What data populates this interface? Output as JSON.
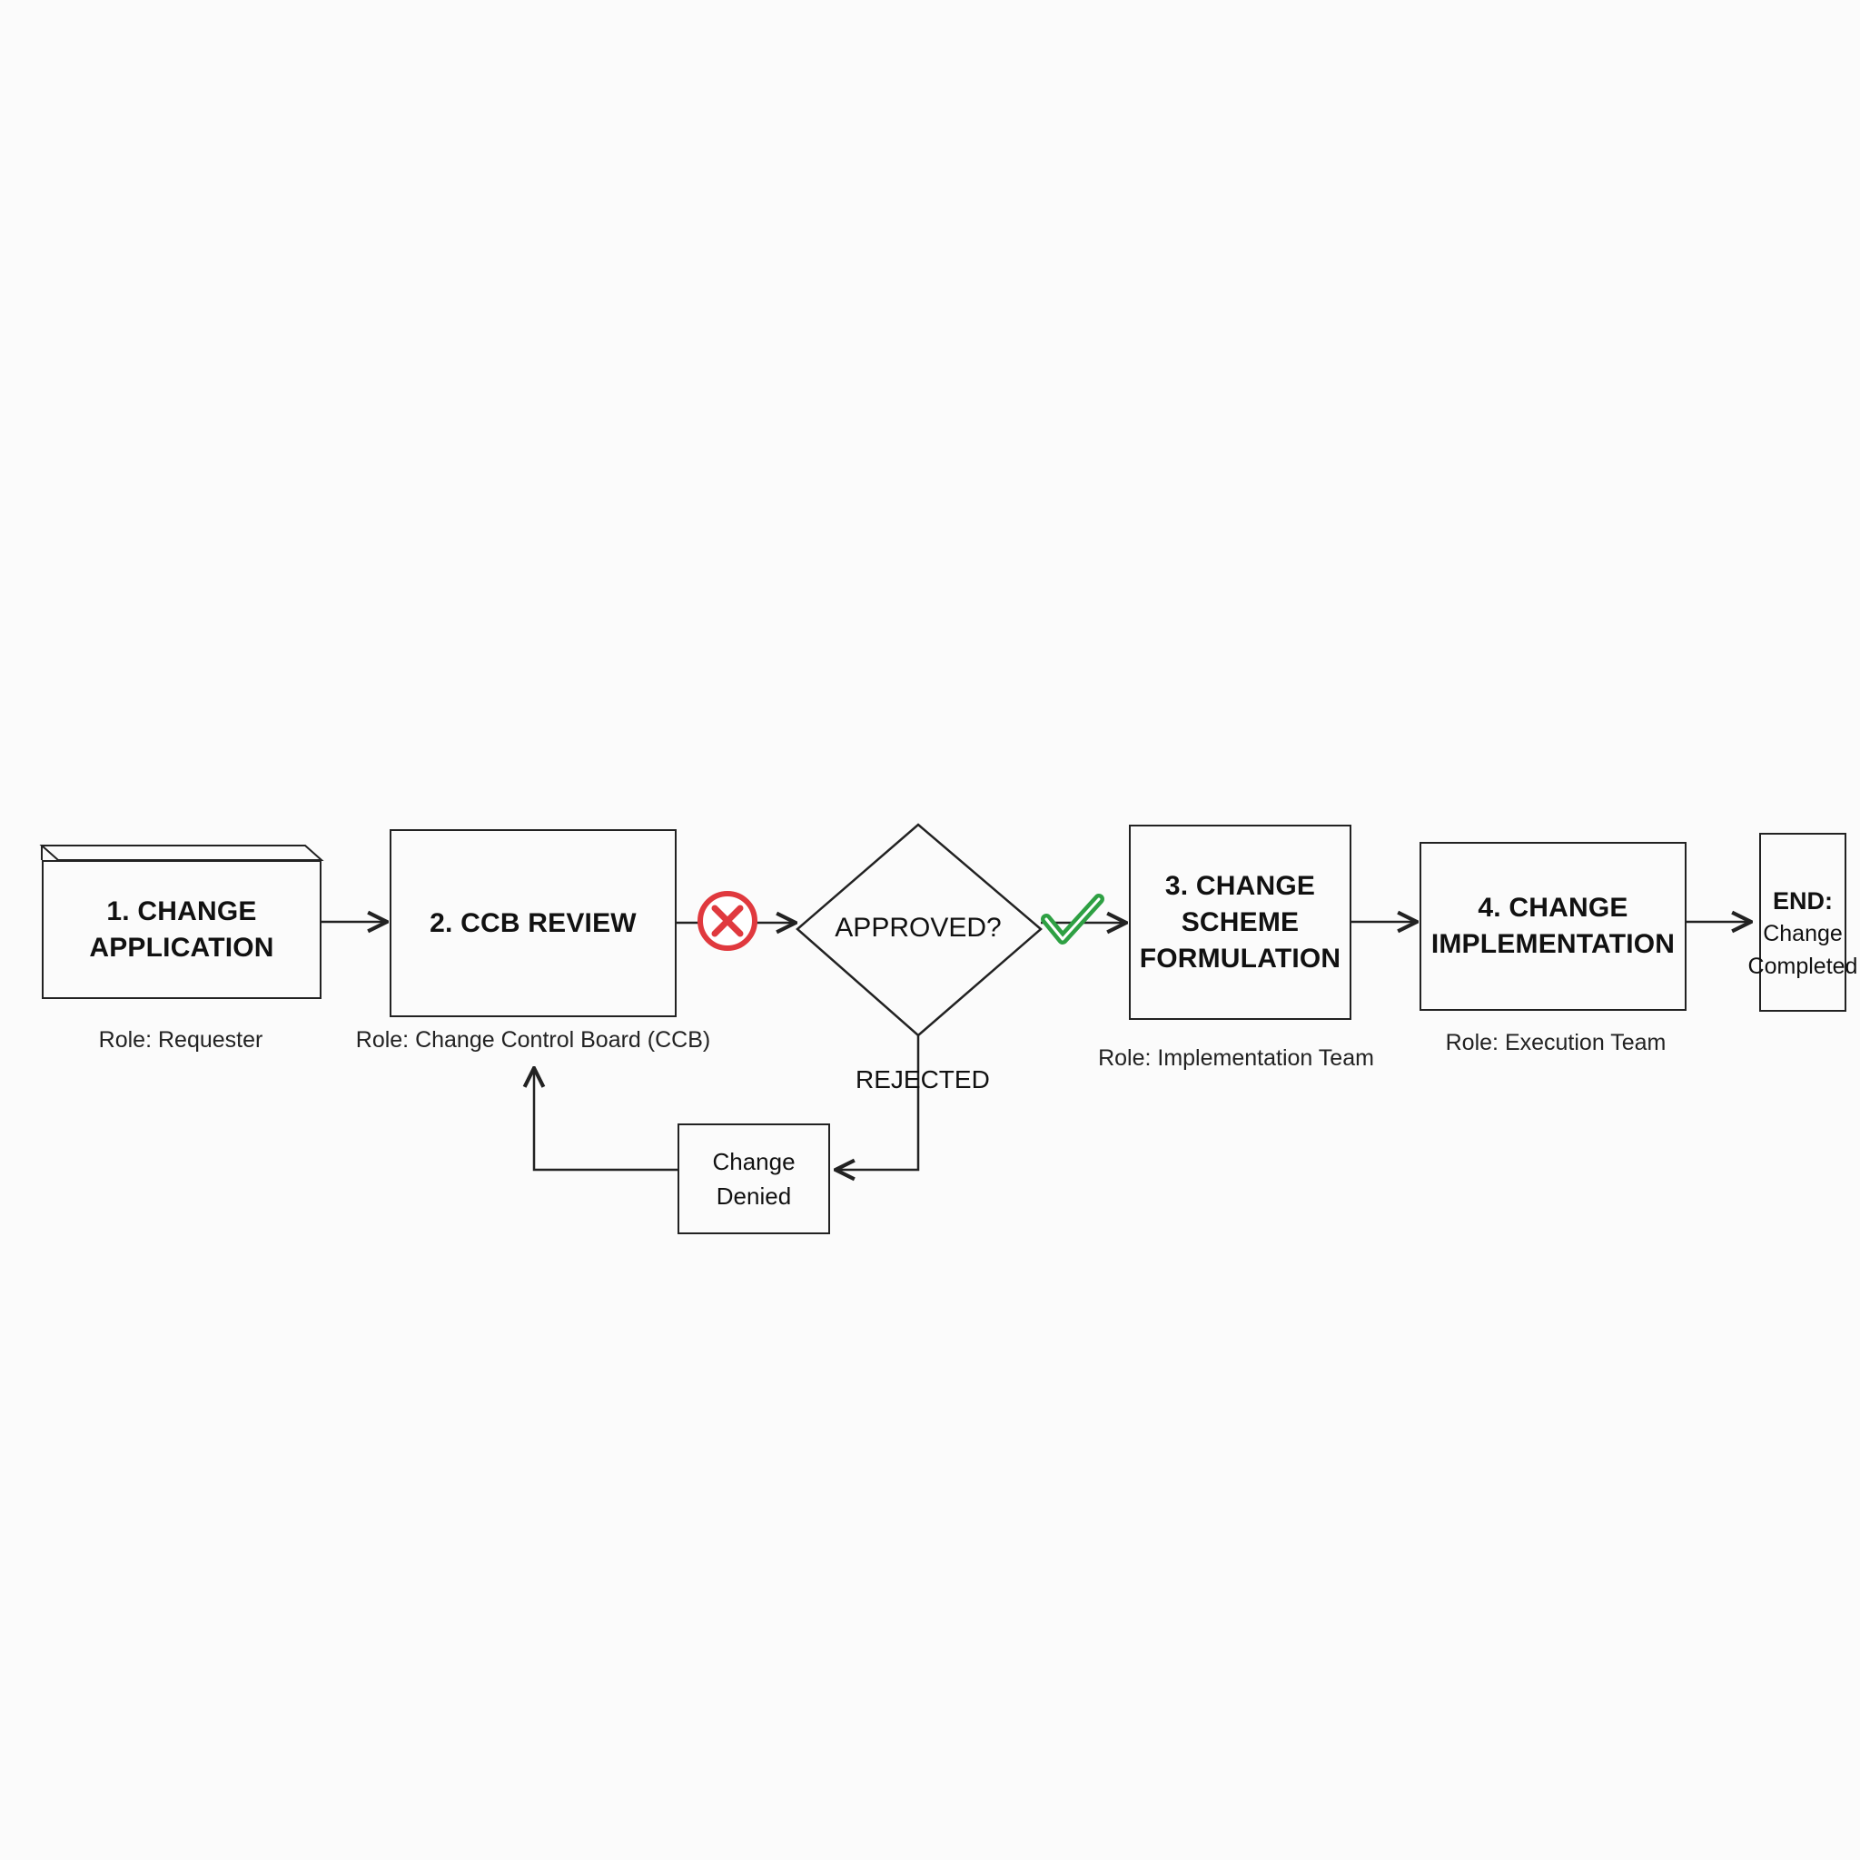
{
  "steps": {
    "application": {
      "line1": "1. CHANGE",
      "line2": "APPLICATION",
      "role": "Role: Requester"
    },
    "review": {
      "title": "2. CCB REVIEW",
      "role": "Role: Change Control Board (CCB)"
    },
    "decision": {
      "label": "APPROVED?"
    },
    "scheme": {
      "line1": "3. CHANGE",
      "line2": "SCHEME",
      "line3": "FORMULATION",
      "role": "Role: Implementation Team"
    },
    "implementation": {
      "line1": "4. CHANGE",
      "line2": "IMPLEMENTATION",
      "role": "Role: Execution Team"
    },
    "end": {
      "line1": "END:",
      "line2": "Change",
      "line3": "Completed"
    }
  },
  "rejection": {
    "branch_label": "REJECTED",
    "box_line1": "Change",
    "box_line2": "Denied"
  },
  "colors": {
    "stroke": "#222222",
    "reject": "#e0393e",
    "approve": "#2ea043",
    "end_icon": "#c62828"
  },
  "icons": {
    "reject": "x-circle-icon",
    "approve": "checkmark-icon",
    "end": "flag-icon"
  }
}
